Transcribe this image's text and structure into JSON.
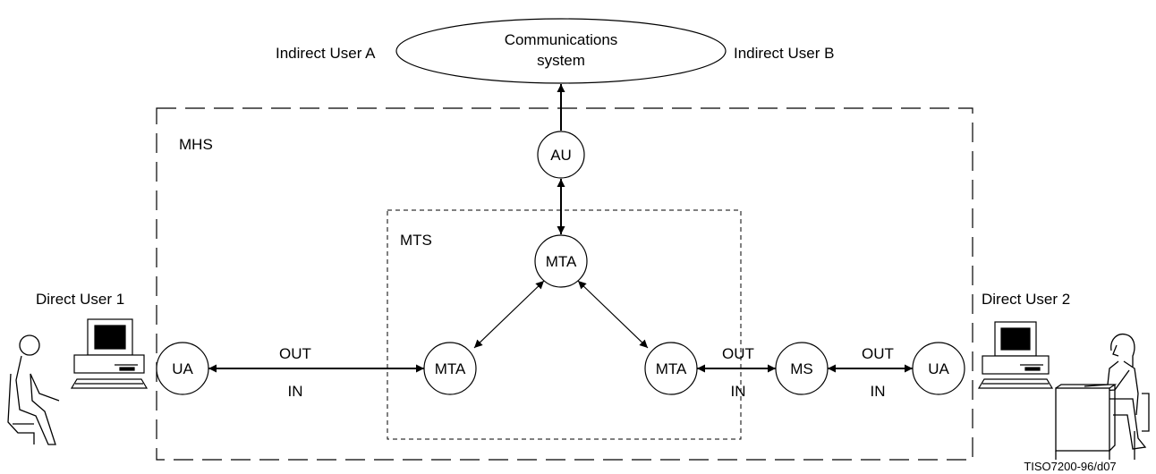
{
  "cloud": {
    "line1": "Communications",
    "line2": "system"
  },
  "indirect_users": {
    "a": "Indirect User A",
    "b": "Indirect User B"
  },
  "boundaries": {
    "mhs": "MHS",
    "mts": "MTS"
  },
  "direct_users": {
    "one": "Direct User 1",
    "two": "Direct User 2"
  },
  "nodes": {
    "au": "AU",
    "mta_top": "MTA",
    "mta_left": "MTA",
    "mta_right": "MTA",
    "ua_left": "UA",
    "ms": "MS",
    "ua_right": "UA"
  },
  "links": {
    "left": {
      "out": "OUT",
      "in": "IN"
    },
    "middle": {
      "out": "OUT",
      "in": "IN"
    },
    "right": {
      "out": "OUT",
      "in": "IN"
    }
  },
  "figure_id": "TISO7200-96/d07"
}
